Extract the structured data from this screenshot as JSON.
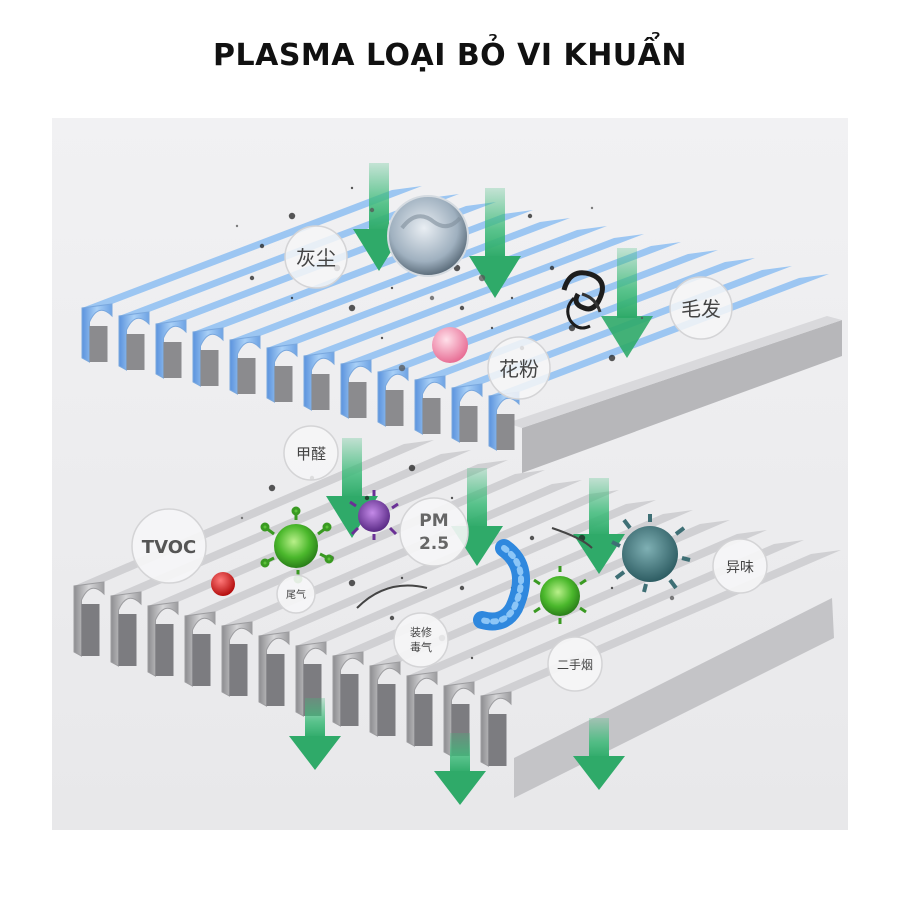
{
  "title": "PLASMA LOẠI BỎ VI KHUẨN",
  "labels": {
    "dust": "灰尘",
    "hair": "毛发",
    "pollen": "花粉",
    "formaldehyde": "甲醛",
    "tvoc": "TVOC",
    "pm25_line1": "PM",
    "pm25_line2": "2.5",
    "odor": "异味",
    "exhaust": "尾气",
    "toxic_line1": "装修",
    "toxic_line2": "毒气",
    "secondhand_smoke": "二手烟"
  },
  "colors": {
    "arrow": "#3ebb7a",
    "upper_filter_blue": "#8fbff0",
    "lower_filter_gray": "#a9a9ab",
    "background": "#efeff1"
  }
}
